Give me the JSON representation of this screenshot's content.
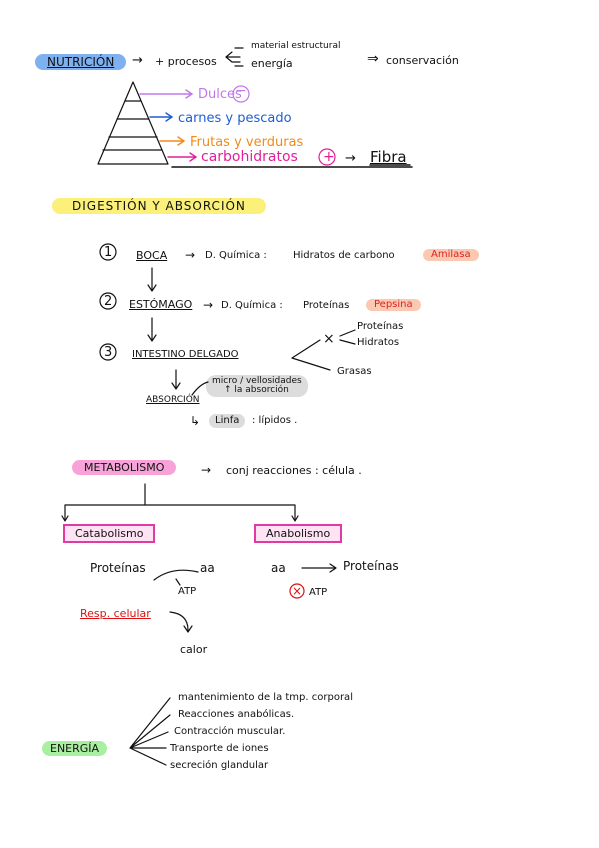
{
  "nutricion": {
    "title": "NUTRICIÓN",
    "arrow1": "→",
    "procesos": "+ procesos",
    "material": "material estructural",
    "energia": "energía",
    "implies": "⇒",
    "conservacion": "conservación",
    "pyramid": {
      "dulces": "Dulces",
      "carnes": "carnes y pescado",
      "frutas": "Frutas y verduras",
      "carbohidratos": "carbohidratos",
      "fibra": "Fibra",
      "minus": "−",
      "plus": "+"
    },
    "colors": {
      "dulces": "#c078e8",
      "carnes": "#1d5fcf",
      "frutas": "#f08a1c",
      "carbohidratos": "#e0209a"
    }
  },
  "digestion": {
    "title": "DIGESTIÓN Y ABSORCIÓN",
    "steps": [
      {
        "num": "1",
        "name": "BOCA",
        "dq": "D. Química :",
        "item": "Hidratos de carbono",
        "enzyme": "Amilasa"
      },
      {
        "num": "2",
        "name": "ESTÓMAGO",
        "dq": "D. Química :",
        "item": "Proteínas",
        "enzyme": "Pepsina"
      },
      {
        "num": "3",
        "name": "INTESTINO DELGADO",
        "x": "×",
        "prot": "Proteínas",
        "hidr": "Hidratos",
        "grasas": "Grasas"
      }
    ],
    "absorcion": "ABSORCIÓN",
    "micro1": "micro / vellosidades",
    "micro2": "↑ la absorción",
    "linfa": "Linfa",
    "lipidos": ": lípidos ."
  },
  "metabolismo": {
    "title": "METABOLISMO",
    "desc": "conj reacciones : célula .",
    "catabolismo": "Catabolismo",
    "anabolismo": "Anabolismo",
    "cat_left": "Proteínas",
    "cat_right": "aa",
    "atp": "ATP",
    "resp": "Resp. celular",
    "calor": "calor",
    "ana_left": "aa",
    "ana_right": "Proteínas",
    "ana_x": "×",
    "ana_atp": "ATP"
  },
  "energia": {
    "title": "ENERGÍA",
    "items": [
      "mantenimiento de la tmp. corporal",
      "Reacciones anabólicas.",
      "Contracción muscular.",
      "Transporte de iones",
      "secreción glandular"
    ]
  }
}
